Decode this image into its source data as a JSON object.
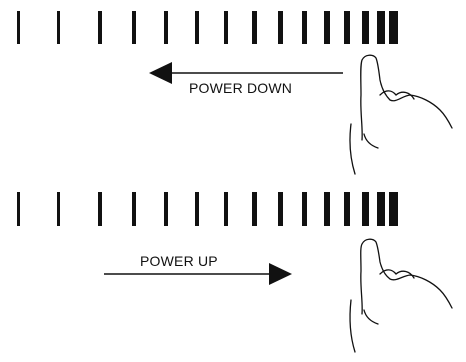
{
  "panels": [
    {
      "id": "power-down",
      "label": "POWER DOWN",
      "direction": "left",
      "bar_count": 15
    },
    {
      "id": "power-up",
      "label": "POWER UP",
      "direction": "right",
      "bar_count": 15
    }
  ],
  "colors": {
    "ink": "#111111",
    "background": "#ffffff"
  },
  "icons": [
    "pointing-hand-icon",
    "arrow-left-icon",
    "arrow-right-icon"
  ]
}
